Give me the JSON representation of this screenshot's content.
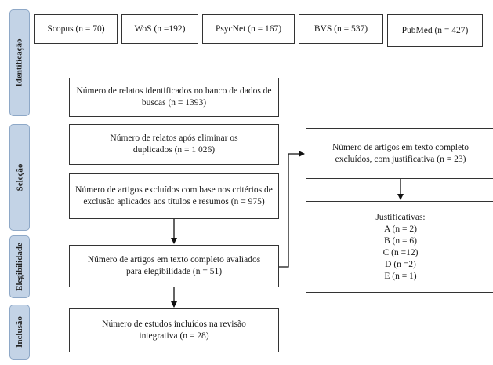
{
  "stages": [
    {
      "key": "identificacao",
      "label": "Identificação"
    },
    {
      "key": "selecao",
      "label": "Seleção"
    },
    {
      "key": "elegibilidade",
      "label": "Elegibilidade"
    },
    {
      "key": "inclusao",
      "label": "Inclusão"
    }
  ],
  "sources": [
    {
      "label": "Scopus (n = 70)"
    },
    {
      "label": "WoS (n =192)"
    },
    {
      "label": "PsycNet (n = 167)"
    },
    {
      "label": "BVS (n = 537)"
    },
    {
      "label": "PubMed (n = 427)"
    }
  ],
  "boxes": {
    "identified": "Número de relatos identificados no banco de dados de buscas (n = 1393)",
    "after_duplicates": "Número de relatos após eliminar os duplicados (n = 1 026)",
    "excluded_titles": "Número de artigos excluídos com base nos critérios de exclusão aplicados aos títulos e resumos (n = 975)",
    "eligibility": "Número de artigos em texto completo avaliados para elegibilidade (n = 51)",
    "included": "Número de estudos incluídos na revisão integrativa (n = 28)",
    "excluded_fulltext": "Número de artigos em texto completo excluídos, com justificativa (n = 23)"
  },
  "justifications": {
    "title": "Justificativas:",
    "items": [
      "A (n = 2)",
      "B (n = 6)",
      "C (n =12)",
      "D (n =2)",
      "E (n = 1)"
    ]
  }
}
